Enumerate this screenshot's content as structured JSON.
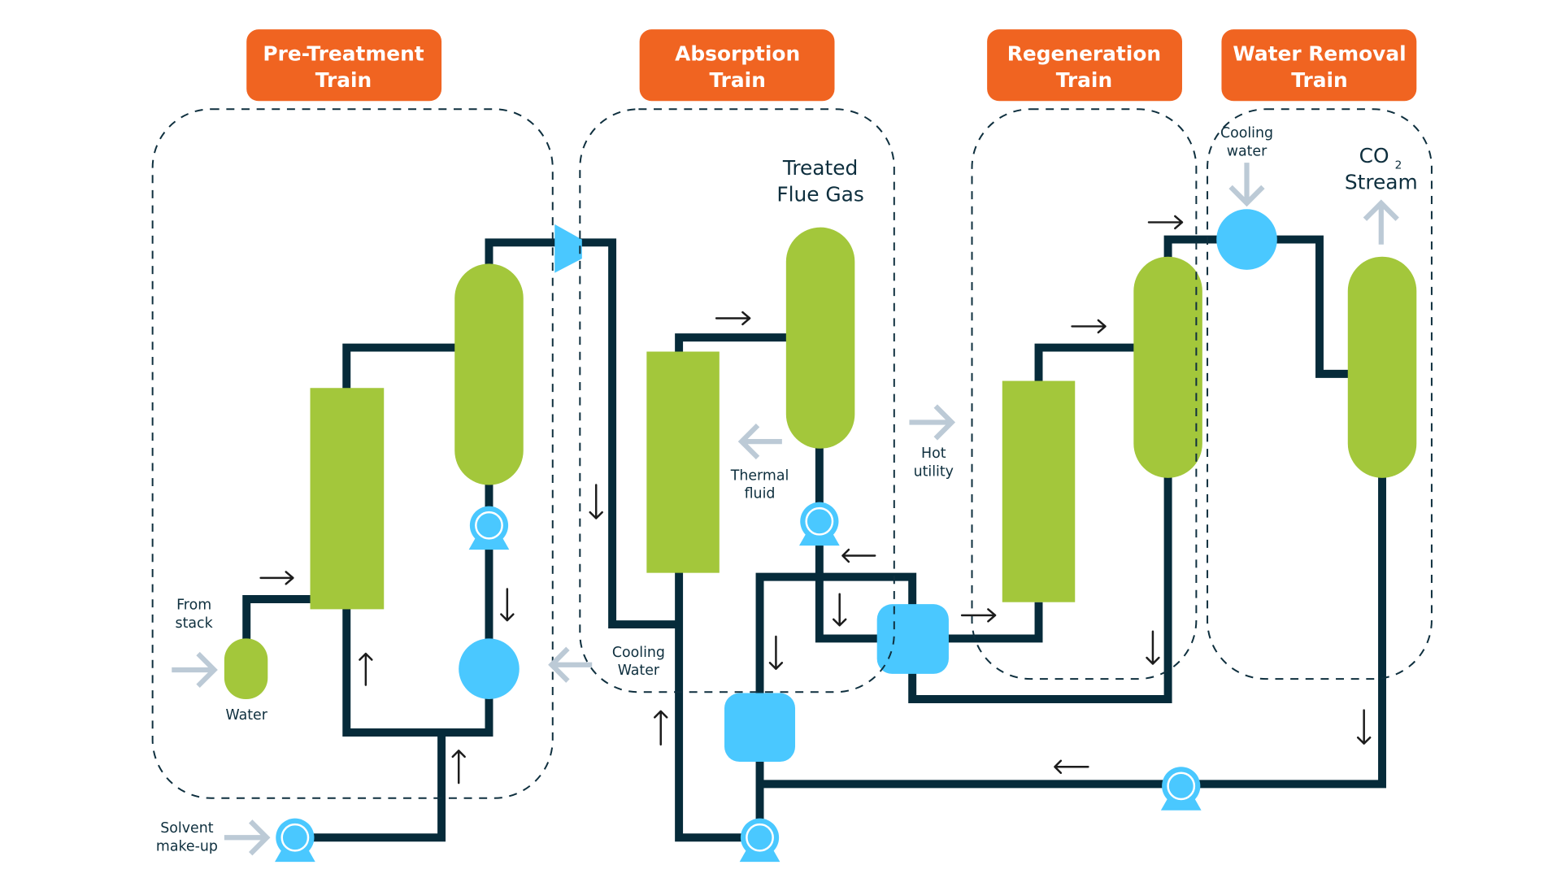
{
  "diagram": {
    "title": "CO2 capture process flow",
    "colors": {
      "section_label": "#F06421",
      "vessel": "#A3C73B",
      "equipment": "#4AC8FF",
      "pipe": "#062B3A",
      "utility_arrow": "#BCCAD6",
      "text": "#0E2F3E"
    },
    "sections": [
      {
        "line1": "Pre-Treatment",
        "line2": "Train"
      },
      {
        "line1": "Absorption",
        "line2": "Train"
      },
      {
        "line1": "Regeneration",
        "line2": "Train"
      },
      {
        "line1": "Water Removal",
        "line2": "Train"
      }
    ],
    "labels": {
      "from_stack": [
        "From",
        "stack"
      ],
      "water": "Water",
      "solvent_makeup": [
        "Solvent",
        "make-up"
      ],
      "cooling_water_abs": [
        "Cooling",
        "Water"
      ],
      "treated_flue_gas": [
        "Treated",
        "Flue Gas"
      ],
      "thermal_fluid": [
        "Thermal",
        "fluid"
      ],
      "hot_utility": [
        "Hot",
        "utility"
      ],
      "cooling_water_wr": [
        "Cooling",
        "water"
      ],
      "co2_stream": {
        "main": "CO",
        "sub": "2",
        "line2": "Stream"
      }
    },
    "icons": {
      "pump": "pump-icon",
      "compressor": "compressor-icon",
      "heat_exchanger": "heat-exchanger-icon",
      "cooler": "cooler-icon",
      "column": "column-vessel-icon",
      "flow_arrow": "flow-arrow-icon",
      "utility_arrow": "utility-arrow-icon"
    }
  }
}
